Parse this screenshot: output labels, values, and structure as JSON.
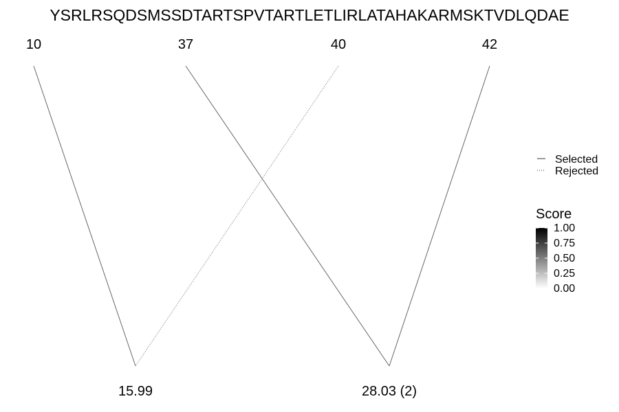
{
  "chart_data": {
    "type": "line",
    "sequence": "YSRLRSQDSMSSDTARTSPVTARTLETLIRLATAHAKARMSKTVDLQDAE",
    "top_nodes": [
      "10",
      "37",
      "40",
      "42"
    ],
    "bottom_nodes": [
      "15.99",
      "28.03 (2)"
    ],
    "links": [
      {
        "from": "10",
        "to": "15.99",
        "status": "Selected",
        "score": 0.6
      },
      {
        "from": "40",
        "to": "15.99",
        "status": "Rejected",
        "score": 0.6
      },
      {
        "from": "37",
        "to": "28.03 (2)",
        "status": "Selected",
        "score": 0.6
      },
      {
        "from": "42",
        "to": "28.03 (2)",
        "status": "Selected",
        "score": 0.6
      }
    ],
    "legend": {
      "linetype": [
        "Selected",
        "Rejected"
      ],
      "score_title": "Score",
      "score_ticks": [
        "1.00",
        "0.75",
        "0.50",
        "0.25",
        "0.00"
      ]
    }
  }
}
